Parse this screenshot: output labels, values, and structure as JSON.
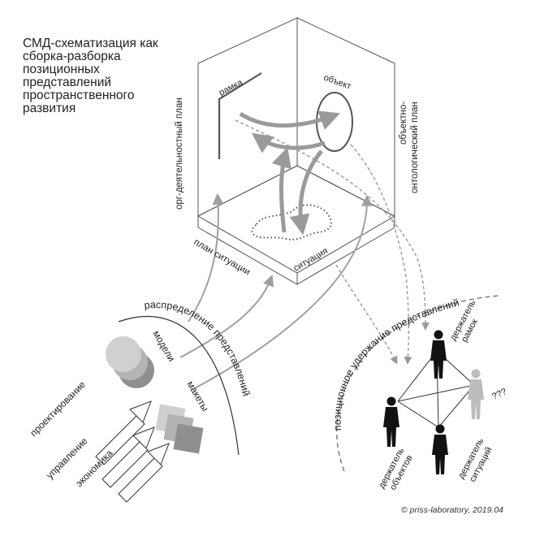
{
  "title_lines": [
    "СМД-схематизация как",
    "сборка-разборка",
    "позиционных",
    "представлений",
    "пространственного",
    "развития"
  ],
  "planes": {
    "org_plan": "орг-деятельностный план",
    "obj_plan_1": "объектно-",
    "obj_plan_2": "онтологический план",
    "situation_plan": "план ситуации"
  },
  "elements": {
    "frame": "рамка",
    "object": "объект",
    "situation": "ситуация"
  },
  "arcs": {
    "distribution": "распределение представлений",
    "positional_holding": "позиционное удержание представлений"
  },
  "tools": {
    "models": "модели",
    "mockups": "макеты"
  },
  "activities": [
    "проектирование",
    "управление",
    "экономика"
  ],
  "holders": {
    "frames_1": "держатель",
    "frames_2": "рамок",
    "objects_1": "держатель",
    "objects_2": "объектов",
    "situations_1": "держатель",
    "situations_2": "ситуаций",
    "unknown": "???"
  },
  "copyright": "© priss-laboratory, 2019.04",
  "colors": {
    "line": "#555555",
    "arrow_gray": "#9a9a9a",
    "dashed": "#999999",
    "person_dark": "#111111",
    "person_light": "#bcbcbc"
  }
}
